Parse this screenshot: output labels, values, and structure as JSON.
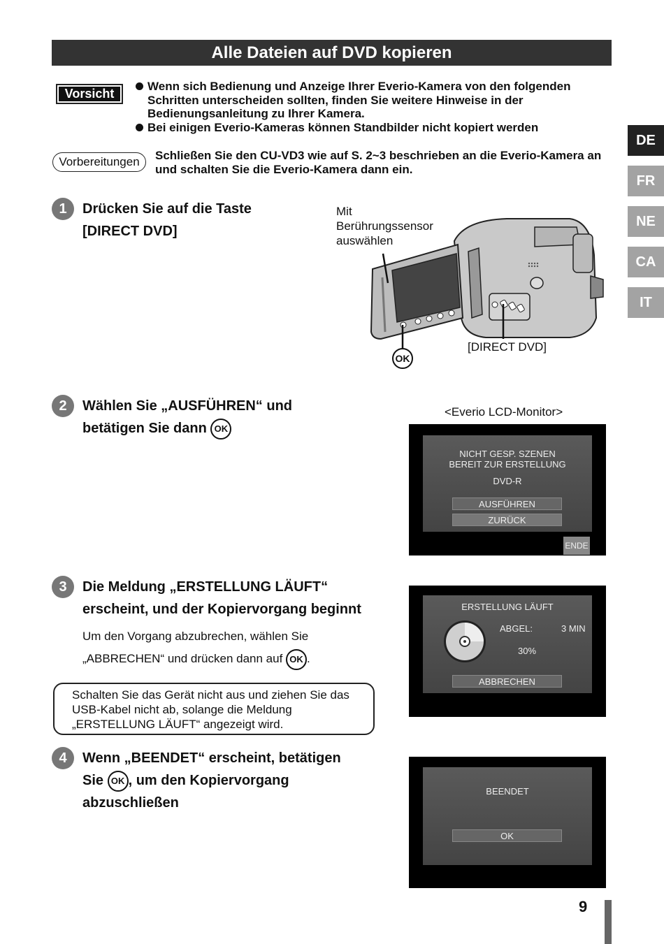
{
  "title": "Alle Dateien auf DVD kopieren",
  "caution": {
    "label": "Vorsicht",
    "items": [
      "Wenn sich Bedienung und Anzeige Ihrer Everio-Kamera von den folgenden Schritten unterscheiden sollten, finden Sie weitere Hinweise in der Bedienungsanleitung zu Ihrer Kamera.",
      "Bei einigen Everio-Kameras können Standbilder nicht kopiert werden"
    ]
  },
  "preparation": {
    "label": "Vorbereitungen",
    "text": "Schließen Sie den CU-VD3 wie auf S. 2~3 beschrieben an die Everio-Kamera an und schalten Sie die Everio-Kamera dann ein."
  },
  "languages": [
    "DE",
    "FR",
    "NE",
    "CA",
    "IT"
  ],
  "active_language": "DE",
  "steps": [
    {
      "number": "1",
      "line1": "Drücken Sie auf die Taste",
      "line2": "[DIRECT DVD]"
    },
    {
      "number": "2",
      "line1": "Wählen Sie „AUSFÜHREN“ und",
      "line2": "betätigen Sie dann"
    },
    {
      "number": "3",
      "line1": "Die Meldung „ERSTELLUNG LÄUFT“",
      "line2": "erscheint, und der Kopiervorgang beginnt",
      "desc1": "Um den Vorgang abzubrechen, wählen Sie",
      "desc2": "„ABBRECHEN“ und drücken dann auf"
    },
    {
      "number": "4",
      "line1": "Wenn „BEENDET“ erscheint, betätigen",
      "line2a": "Sie",
      "line2b": ", um den Kopiervorgang",
      "line3": "abzuschließen"
    }
  ],
  "ok_label": "OK",
  "camera": {
    "touch_label_1": "Mit",
    "touch_label_2": "Berührungssensor",
    "touch_label_3": "auswählen",
    "direct_dvd_label": "[DIRECT DVD]"
  },
  "note": "Schalten Sie das Gerät nicht aus und ziehen Sie das USB-Kabel nicht ab, solange die Meldung „ERSTELLUNG LÄUFT“ angezeigt wird.",
  "screens": {
    "monitor_label": "<Everio LCD-Monitor>",
    "s1": {
      "line1": "NICHT GESP. SZENEN",
      "line2": "BEREIT ZUR ERSTELLUNG",
      "media": "DVD-R",
      "btn1": "AUSFÜHREN",
      "btn2": "ZURÜCK",
      "end": "ENDE"
    },
    "s2": {
      "title": "ERSTELLUNG LÄUFT",
      "remaining_label": "ABGEL:",
      "remaining_value": "3 MIN",
      "percent": "30%",
      "btn": "ABBRECHEN"
    },
    "s3": {
      "text": "BEENDET",
      "btn": "OK"
    }
  },
  "page_number": "9"
}
